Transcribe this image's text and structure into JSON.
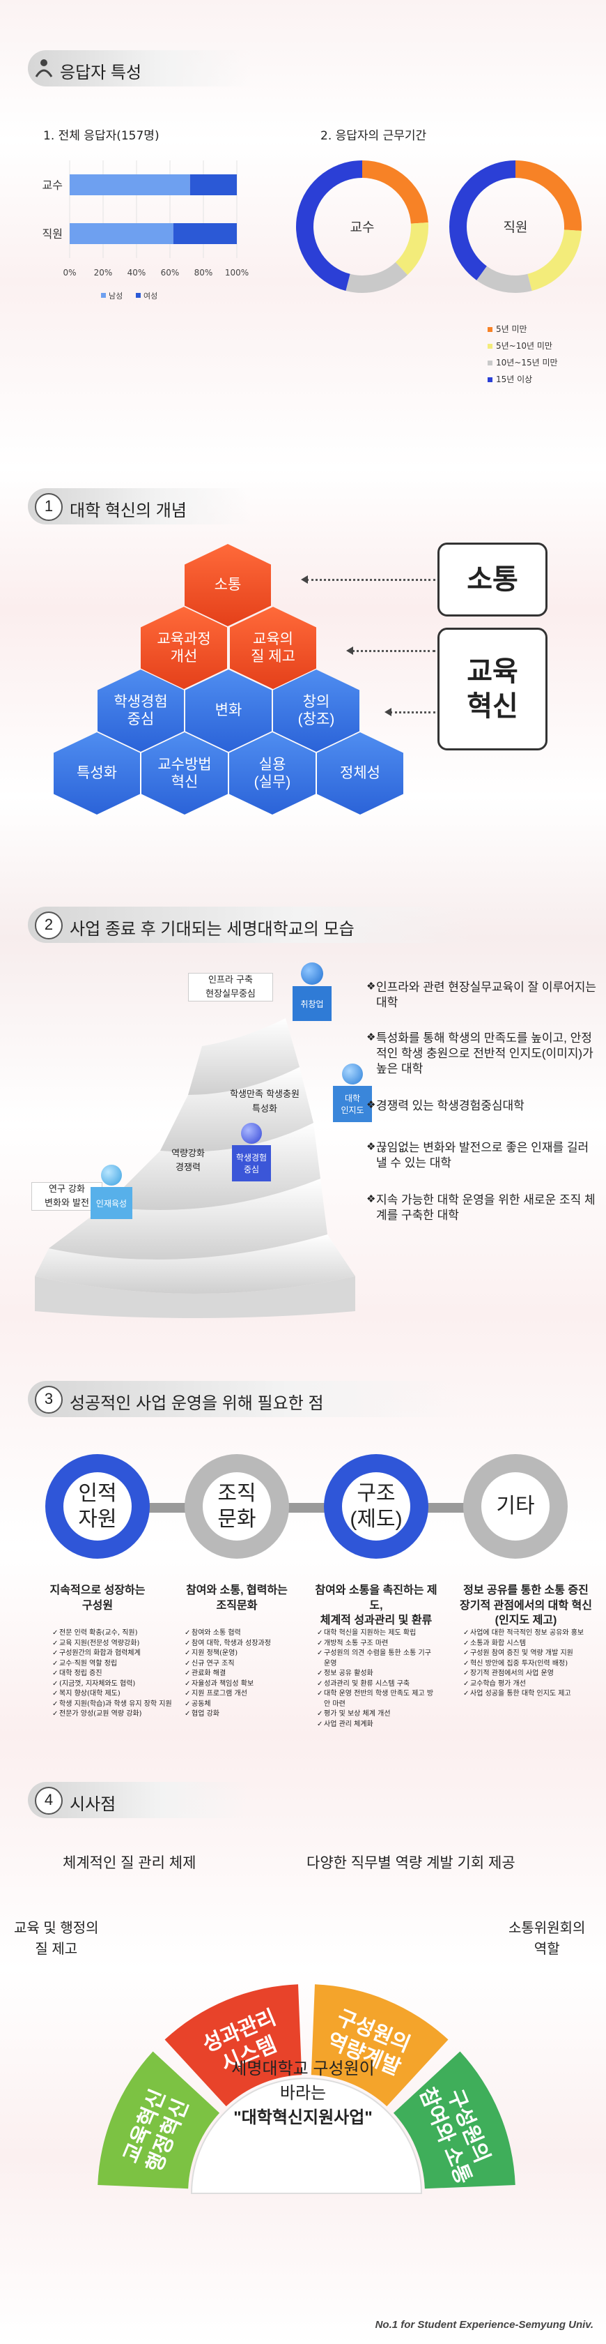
{
  "section_respondents": {
    "title": "응답자 특성",
    "chart1_title": "1. 전체 응답자(157명)",
    "chart2_title": "2. 응답자의 근무기간"
  },
  "chart_data": [
    {
      "type": "bar",
      "orientation": "horizontal",
      "stacked": true,
      "categories": [
        "교수",
        "직원"
      ],
      "series": [
        {
          "name": "남성",
          "color": "#6ea0f0",
          "values": [
            72,
            62
          ]
        },
        {
          "name": "여성",
          "color": "#2b59d6",
          "values": [
            28,
            38
          ]
        }
      ],
      "xlim": [
        0,
        100
      ],
      "x_ticks": [
        "0%",
        "20%",
        "40%",
        "60%",
        "80%",
        "100%"
      ]
    },
    {
      "type": "pie",
      "donut": true,
      "label": "교수",
      "categories": [
        "5년 미만",
        "5년~10년 미만",
        "10년~15년 미만",
        "15년 이상"
      ],
      "colors": [
        "#f78226",
        "#f3ec7a",
        "#c9c9c9",
        "#2b3fd6"
      ],
      "values": [
        24,
        14,
        16,
        46
      ]
    },
    {
      "type": "pie",
      "donut": true,
      "label": "직원",
      "categories": [
        "5년 미만",
        "5년~10년 미만",
        "10년~15년 미만",
        "15년 이상"
      ],
      "colors": [
        "#f78226",
        "#f3ec7a",
        "#c9c9c9",
        "#2b3fd6"
      ],
      "values": [
        26,
        20,
        14,
        40
      ]
    }
  ],
  "donut_legend": [
    "5년 미만",
    "5년~10년 미만",
    "10년~15년 미만",
    "15년 이상"
  ],
  "section1": {
    "num": "1",
    "title": "대학 혁신의 개념",
    "hex": {
      "r1": "소통",
      "r2a": "교육과정\n개선",
      "r2b": "교육의\n질 제고",
      "r3a": "학생경험\n중심",
      "r3b": "변화",
      "r3c": "창의\n(창조)",
      "r4a": "특성화",
      "r4b": "교수방법\n혁신",
      "r4c": "실용\n(실무)",
      "r4d": "정체성"
    },
    "box1": "소통",
    "box2": "교육\n혁신"
  },
  "section2": {
    "num": "2",
    "title": "사업 종료 후 기대되는 세명대학교의 모습",
    "stair_labels": {
      "top_left": "인프라 구축\n현장실무중심",
      "top_fig": "취창업",
      "mid_left": "학생만족  학생충원\n특성화",
      "mid_fig": "대학\n인지도",
      "low_left": "역량강화\n경쟁력",
      "low_fig": "학생경험\n중심",
      "base_left": "연구 강화\n변화와 발전",
      "base_fig": "인재육성"
    },
    "bullets": [
      "인프라와 관련 현장실무교육이 잘 이루어지는 대학",
      "특성화를 통해 학생의 만족도를 높이고, 안정적인 학생 충원으로 전반적 인지도(이미지)가 높은 대학",
      "경쟁력 있는 학생경험중심대학",
      "끊임없는 변화와 발전으로 좋은 인재를 길러낼 수 있는 대학",
      "지속 가능한 대학 운영을 위한 새로운 조직 체계를 구축한 대학"
    ],
    "bullet_mark": "❖"
  },
  "section3": {
    "num": "3",
    "title": "성공적인 사업 운영을 위해 필요한 점",
    "rings": [
      {
        "label": "인적\n자원",
        "color": "#2f56d8",
        "caption": "지속적으로 성장하는\n구성원",
        "items": [
          "전문 인력 확충(교수, 직원)",
          "교육 지원(전문성 역량강화)",
          "구성원간의 화합과 협력체계",
          "교수·직원 역할 정립",
          "대학 정립 증진",
          "(지금껏, 지자체와도 협력)",
          "복지 향상(대학 제도)",
          "학생 지원(학습)과 학생 유지 장학 지원",
          "전문가 양성(교원 역량 강화)"
        ]
      },
      {
        "label": "조직\n문화",
        "color": "#b9b9b9",
        "caption": "참여와 소통, 협력하는\n조직문화",
        "items": [
          "참여와 소통 협력",
          "참여 대학, 학생과 성장과정",
          "지원 정책(운영)",
          "신규 연구 조직",
          "관료화 해결",
          "자율성과 책임성 확보",
          "지원 프로그램 개선",
          "공동체",
          "협업 강화"
        ]
      },
      {
        "label": "구조\n(제도)",
        "color": "#2f56d8",
        "caption": "참여와 소통을 촉진하는 제도,\n체계적 성과관리 및 환류",
        "items": [
          "대학 혁신을 지원하는 제도 확립",
          "개방적 소통 구조 마련",
          "구성원의 의견 수렴을 통한 소통 기구 운영",
          "정보 공유 활성화",
          "성과관리 및 환류 시스템 구축",
          "대학 운영 전반의 학생 만족도 제고 방안 마련",
          "평가 및 보상 체계 개선",
          "사업 관리 체계화"
        ]
      },
      {
        "label": "기타",
        "color": "#b9b9b9",
        "caption": "정보 공유를 통한 소통 증진\n장기적 관점에서의 대학 혁신\n(인지도 제고)",
        "items": [
          "사업에 대한 적극적인 정보 공유와 홍보",
          "소통과 화합 시스템",
          "구성원 참여 증진 및 역량 개발 지원",
          "혁신 방안에 집중 투자(인력 배정)",
          "장기적 관점에서의 사업 운영",
          "교수학습 평가 개선",
          "사업 성공을 통한 대학 인지도 제고"
        ]
      }
    ]
  },
  "section4": {
    "num": "4",
    "title": "시사점",
    "arc_labels": [
      "교육혁신\n행정혁신",
      "성과관리\n시스템",
      "구성원의\n역량계발",
      "구성원의\n참여와 소통"
    ],
    "arc_colors": [
      "#7cc243",
      "#e8432a",
      "#f4a42b",
      "#3fae5a"
    ],
    "outer_labels": [
      "교육 및 행정의\n질 제고",
      "체계적인 질 관리 체제",
      "다양한 직무별 역량 계발 기회 제공",
      "소통위원회의\n역할"
    ],
    "center_line1": "세명대학교 구성원이",
    "center_line2": "바라는",
    "center_line3": "\"대학혁신지원사업\""
  },
  "footer": "No.1 for Student Experience-Semyung Univ."
}
